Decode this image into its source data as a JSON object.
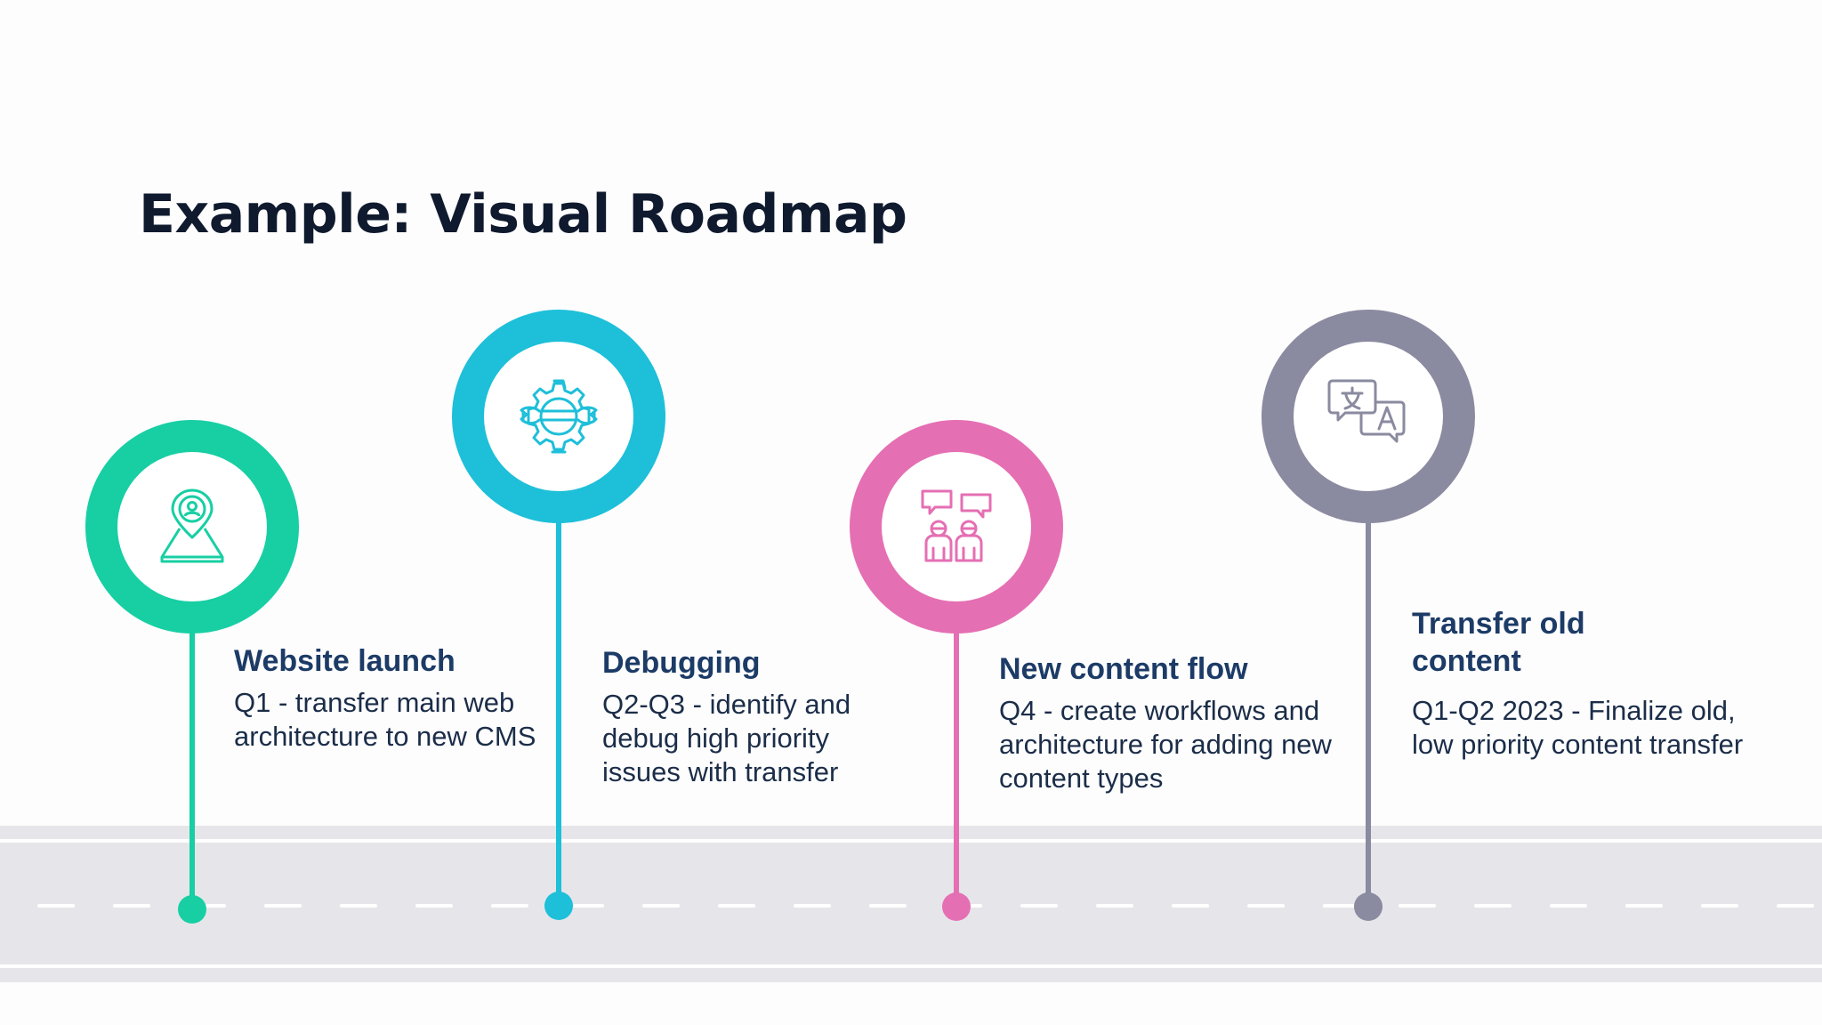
{
  "title": "Example: Visual Roadmap",
  "colors": {
    "green": "#17cfa3",
    "cyan": "#1ebfd9",
    "pink": "#e56fb3",
    "gray": "#8a8aa0",
    "title_text": "#1c3b66",
    "road": "#e6e6ea"
  },
  "milestones": [
    {
      "icon": "map-pin-icon",
      "title": "Website launch",
      "description": "Q1 - transfer main web architecture to new CMS"
    },
    {
      "icon": "gear-wrench-icon",
      "title": "Debugging",
      "description": "Q2-Q3 - identify and debug high priority issues with transfer"
    },
    {
      "icon": "team-chat-icon",
      "title": "New content flow",
      "description": "Q4 - create workflows and architecture for adding new content types"
    },
    {
      "icon": "translate-icon",
      "title": "Transfer old content",
      "description": "Q1-Q2 2023 - Finalize old, low priority content transfer"
    }
  ]
}
